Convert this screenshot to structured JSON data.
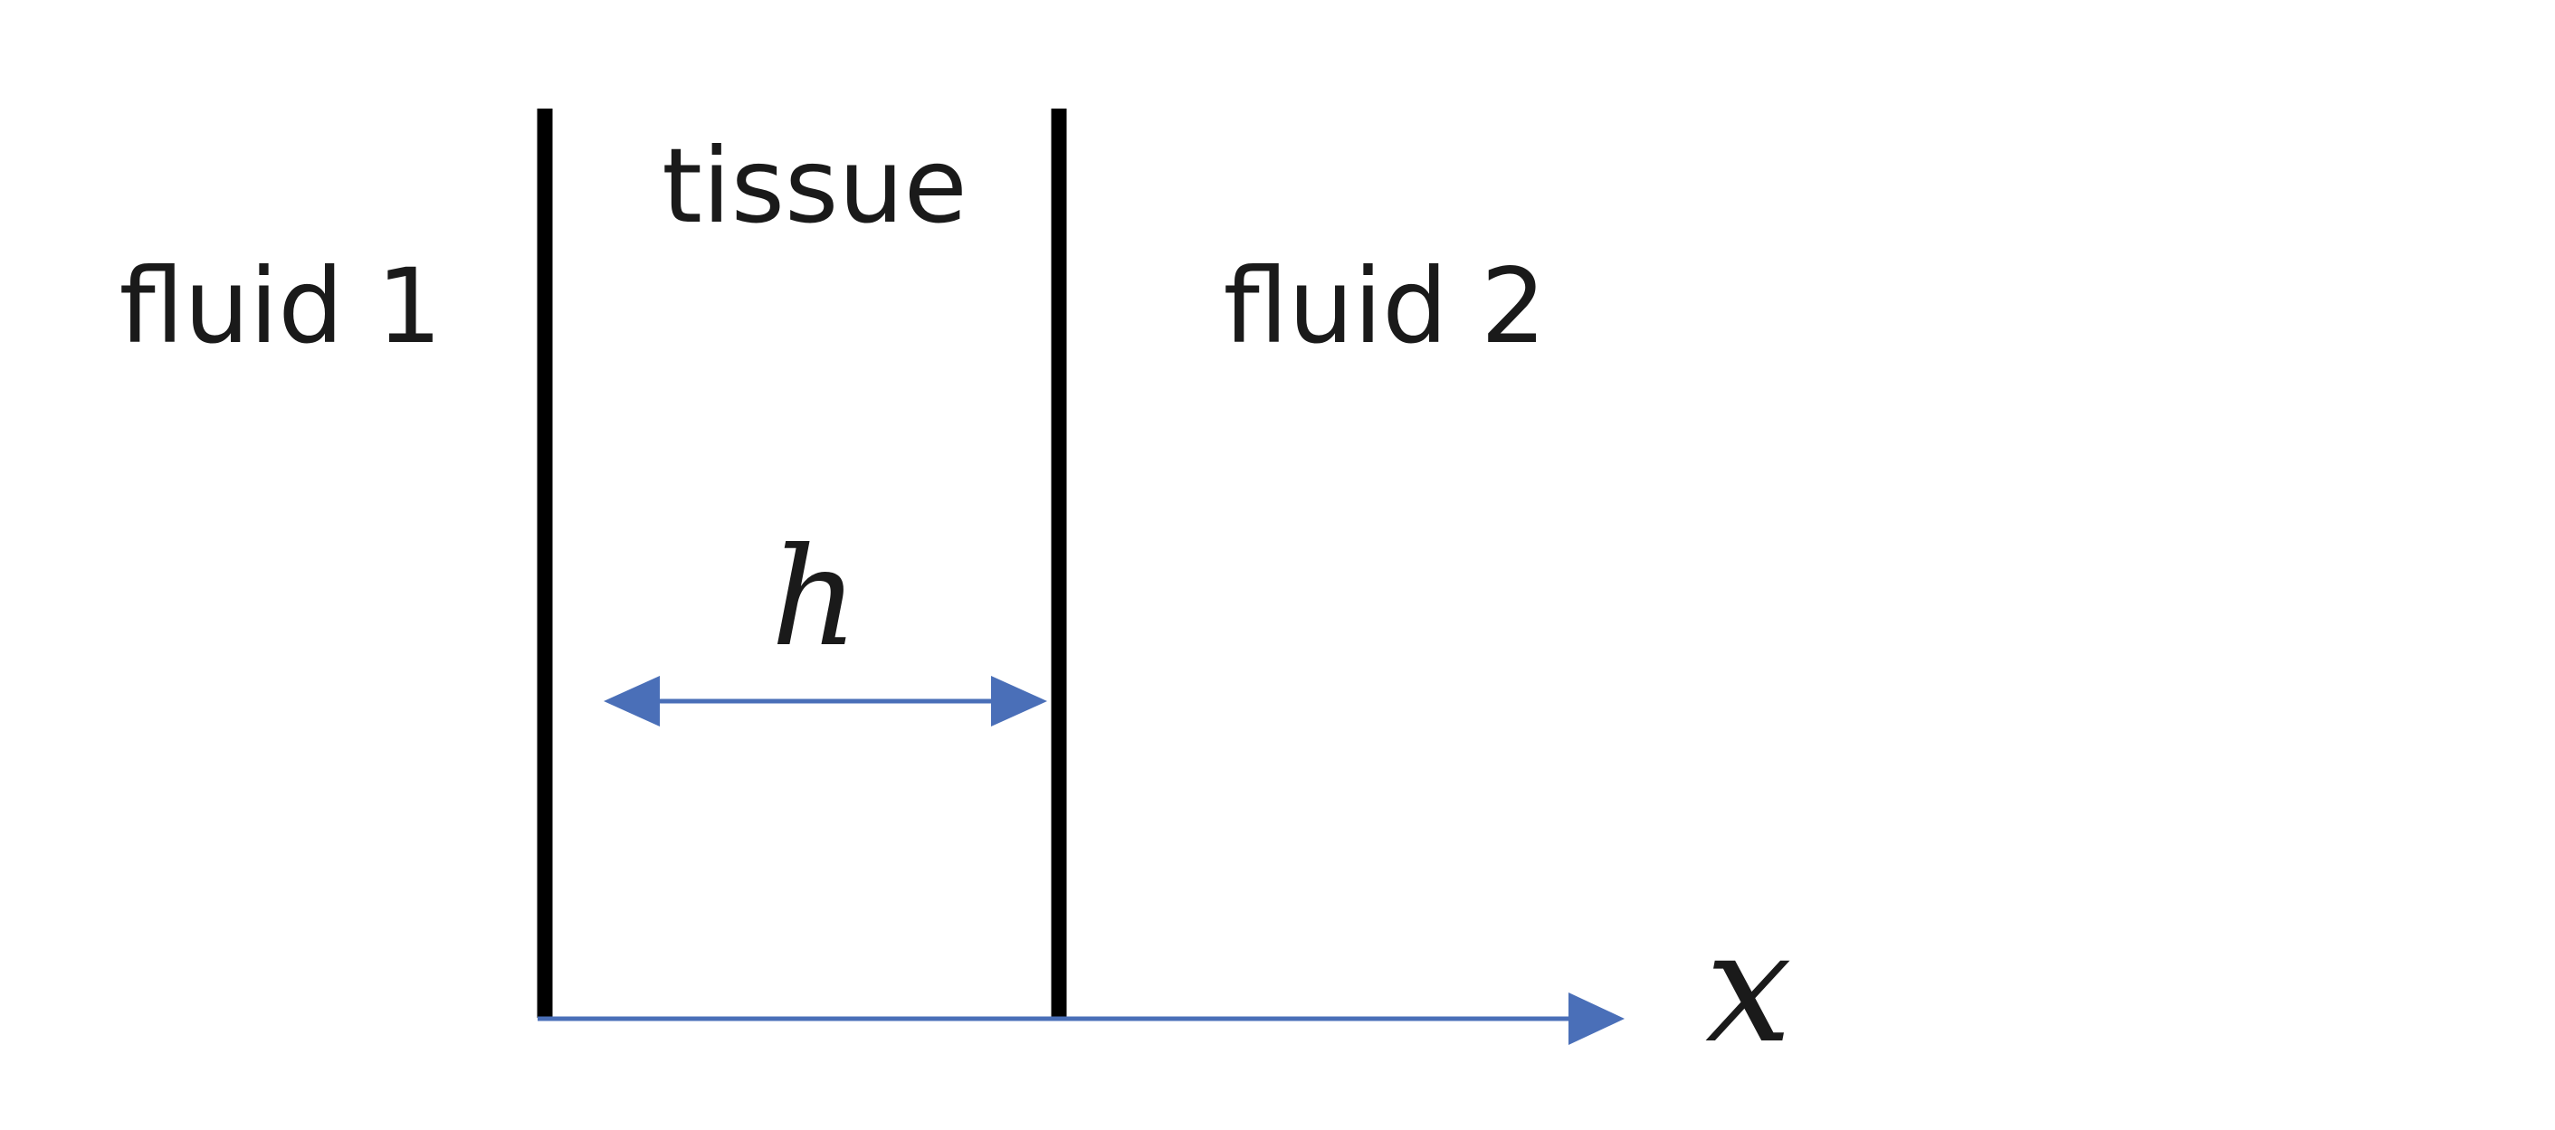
{
  "labels": {
    "fluid_left": "fluid 1",
    "tissue": "tissue",
    "fluid_right": "fluid 2",
    "thickness": "h",
    "axis": "x"
  },
  "colors": {
    "wall": "#000000",
    "arrow": "#4a6fb8",
    "text": "#1a1a1a",
    "background": "#ffffff"
  }
}
